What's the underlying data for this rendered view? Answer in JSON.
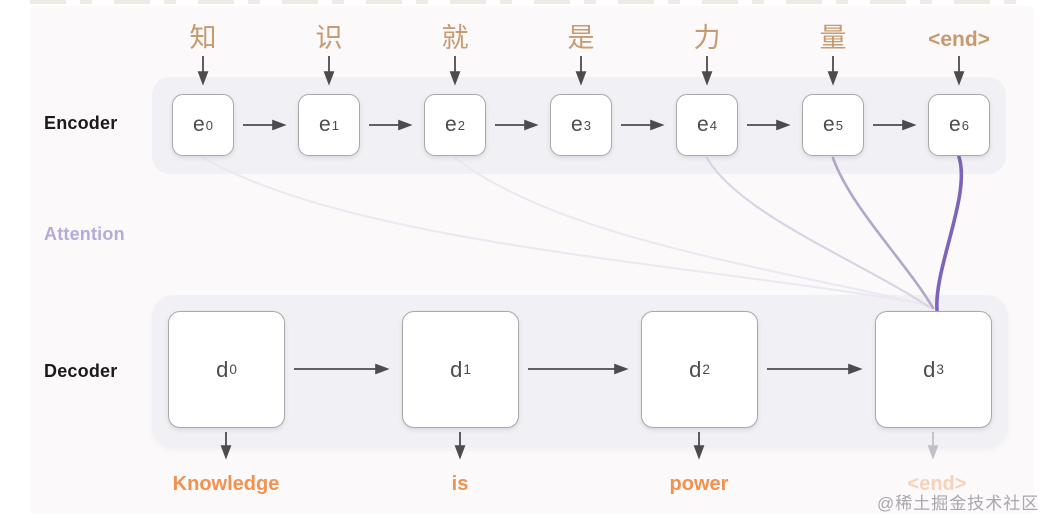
{
  "labels": {
    "encoder": "Encoder",
    "attention": "Attention",
    "decoder": "Decoder"
  },
  "source_tokens": [
    "知",
    "识",
    "就",
    "是",
    "力",
    "量",
    "<end>"
  ],
  "encoder_cells": [
    {
      "base": "e",
      "sub": "0"
    },
    {
      "base": "e",
      "sub": "1"
    },
    {
      "base": "e",
      "sub": "2"
    },
    {
      "base": "e",
      "sub": "3"
    },
    {
      "base": "e",
      "sub": "4"
    },
    {
      "base": "e",
      "sub": "5"
    },
    {
      "base": "e",
      "sub": "6"
    }
  ],
  "decoder_cells": [
    {
      "base": "d",
      "sub": "0"
    },
    {
      "base": "d",
      "sub": "1"
    },
    {
      "base": "d",
      "sub": "2"
    },
    {
      "base": "d",
      "sub": "3"
    }
  ],
  "output_tokens": [
    {
      "text": "Knowledge",
      "faded": false
    },
    {
      "text": "is",
      "faded": false
    },
    {
      "text": "power",
      "faded": false
    },
    {
      "text": "<end>",
      "faded": true
    }
  ],
  "attention_edges": [
    {
      "from": "e0",
      "to": "d3",
      "weight": "faint"
    },
    {
      "from": "e2",
      "to": "d3",
      "weight": "faint"
    },
    {
      "from": "e4",
      "to": "d3",
      "weight": "light"
    },
    {
      "from": "e5",
      "to": "d3",
      "weight": "medium"
    },
    {
      "from": "e6",
      "to": "d3",
      "weight": "strong"
    }
  ],
  "watermark": "@稀土掘金技术社区",
  "colors": {
    "token_tan": "#c89a6e",
    "output_orange": "#f3914f",
    "attention_label_purple": "#b5aad8",
    "curve_strong": "#7d63b9",
    "curve_medium": "#b2a7c9",
    "curve_light": "#d9d4e4",
    "curve_faint": "#ebe8f1",
    "arrow_dark": "#4c4c4e",
    "arrow_faded": "#c2c0c6"
  }
}
